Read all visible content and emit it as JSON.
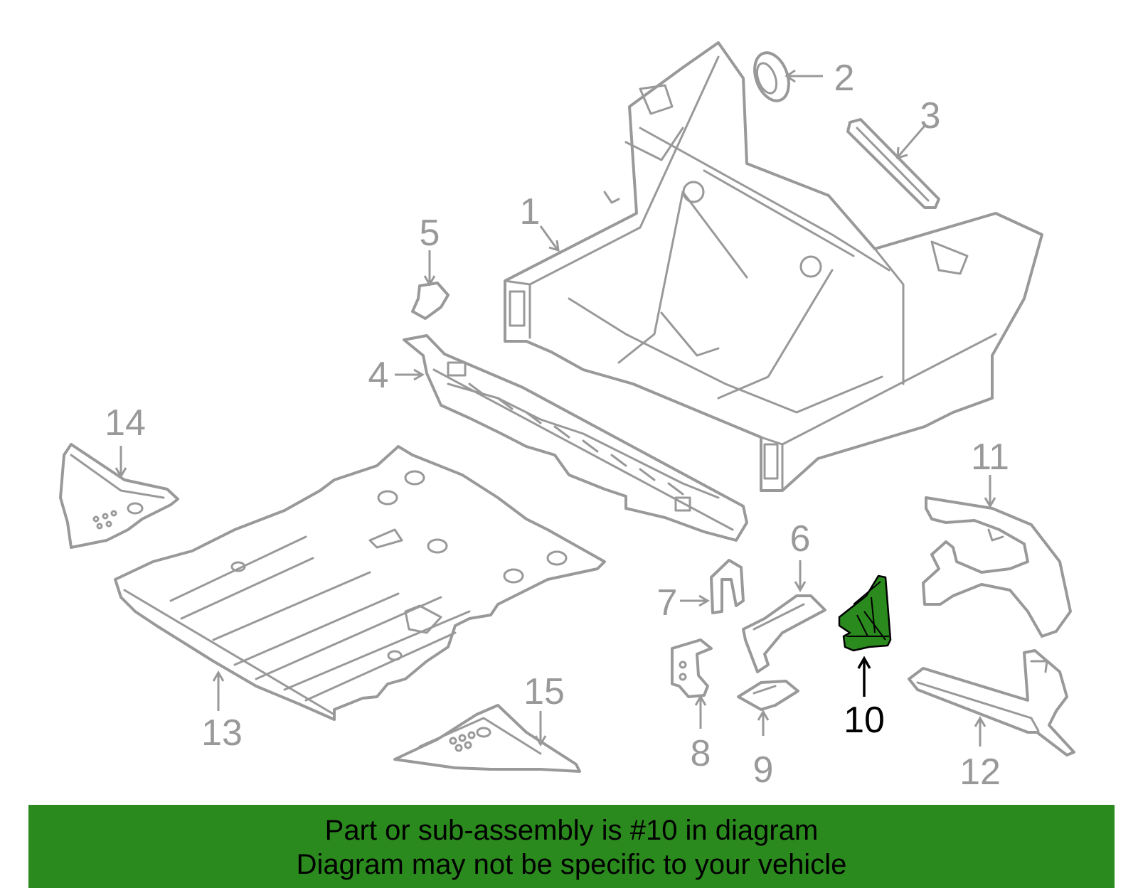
{
  "diagram": {
    "highlighted_callout": "10",
    "highlight_color": "#2b8a1e",
    "outline_color": "#999999",
    "callouts": [
      {
        "id": "1",
        "label": "1"
      },
      {
        "id": "2",
        "label": "2"
      },
      {
        "id": "3",
        "label": "3"
      },
      {
        "id": "4",
        "label": "4"
      },
      {
        "id": "5",
        "label": "5"
      },
      {
        "id": "6",
        "label": "6"
      },
      {
        "id": "7",
        "label": "7"
      },
      {
        "id": "8",
        "label": "8"
      },
      {
        "id": "9",
        "label": "9"
      },
      {
        "id": "10",
        "label": "10"
      },
      {
        "id": "11",
        "label": "11"
      },
      {
        "id": "12",
        "label": "12"
      },
      {
        "id": "13",
        "label": "13"
      },
      {
        "id": "14",
        "label": "14"
      },
      {
        "id": "15",
        "label": "15"
      }
    ]
  },
  "banner": {
    "line1": "Part or sub-assembly is #10 in diagram",
    "line2": "Diagram may not be specific to your vehicle",
    "background": "#2b8a1e"
  }
}
